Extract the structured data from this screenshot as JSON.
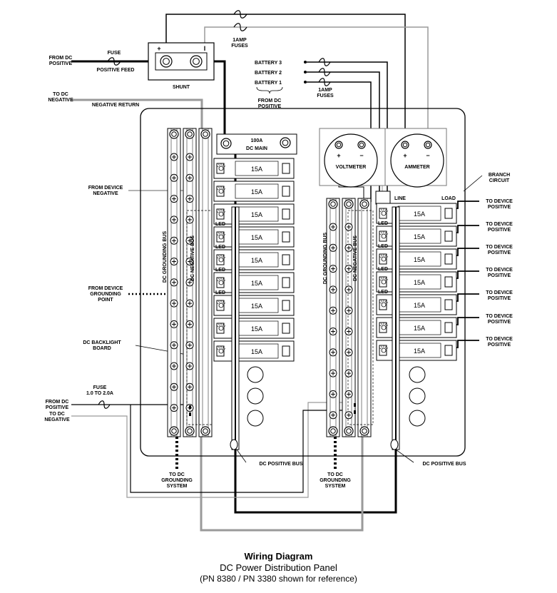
{
  "caption": {
    "title": "Wiring Diagram",
    "subtitle": "DC Power Distribution Panel",
    "note": "(PN 8380 / PN 3380 shown for reference)"
  },
  "labels": {
    "from_dc_positive_top": [
      "FROM DC",
      "POSITIVE"
    ],
    "fuse_top": "FUSE",
    "positive_feed": "POSITIVE FEED",
    "shunt": "SHUNT",
    "shunt_plus": "+",
    "shunt_minus": "I",
    "amp_fuses_top": [
      "1AMP",
      "FUSES"
    ],
    "battery_3": "BATTERY 3",
    "battery_2": "BATTERY 2",
    "battery_1": "BATTERY 1",
    "amp_fuses_batt": [
      "1AMP",
      "FUSES"
    ],
    "from_dc_positive_batt": [
      "FROM DC",
      "POSITIVE"
    ],
    "to_dc_negative_top": [
      "TO DC",
      "NEGATIVE"
    ],
    "negative_return": "NEGATIVE  RETURN",
    "main_breaker": [
      "100A",
      "DC MAIN"
    ],
    "voltmeter": "VOLTMETER",
    "ammeter": "AMMETER",
    "meter_plus": "+",
    "meter_minus": "−",
    "branch_circuit": [
      "BRANCH",
      "CIRCUIT"
    ],
    "line": "LINE",
    "load": "LOAD",
    "from_device_negative": [
      "FROM DEVICE",
      "NEGATIVE"
    ],
    "from_device_grounding": [
      "FROM DEVICE",
      "GROUNDING",
      "POINT"
    ],
    "dc_backlight": [
      "DC BACKLIGHT",
      "BOARD"
    ],
    "fuse_bottom": [
      "FUSE",
      "1.0 TO 2.0A"
    ],
    "from_dc_positive_bottom": [
      "FROM DC",
      "POSITIVE"
    ],
    "to_dc_negative_bottom": [
      "TO DC",
      "NEGATIVE"
    ],
    "to_dc_grounding": [
      "TO DC",
      "GROUNDING",
      "SYSTEM"
    ],
    "dc_positive_bus": "DC POSITIVE BUS",
    "dc_grounding_bus": "DC GROUNDING BUS",
    "dc_negative_bus": "DC NEGATIVE BUS",
    "to_device_positive": [
      "TO DEVICE",
      "POSITIVE"
    ],
    "led": "LED",
    "breaker_rating": "15A"
  }
}
